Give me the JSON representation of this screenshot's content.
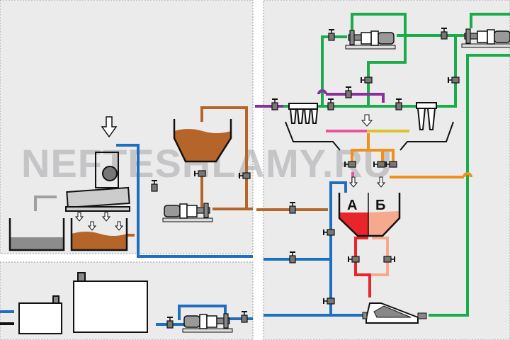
{
  "watermark": "NEFTESHLAMY.RU",
  "hopper": {
    "label_a": "А",
    "label_b": "Б"
  },
  "colors": {
    "panel": "#ebebeb",
    "green": "#1aab4a",
    "purple": "#8b2f9e",
    "blue": "#1f6fc0",
    "brown": "#b5652a",
    "orange": "#f0901c",
    "pink": "#e8559e",
    "yellow": "#d9c32a",
    "red": "#e8252a",
    "salmon": "#f6a98c",
    "gray_pipe": "#a0a0a0"
  }
}
